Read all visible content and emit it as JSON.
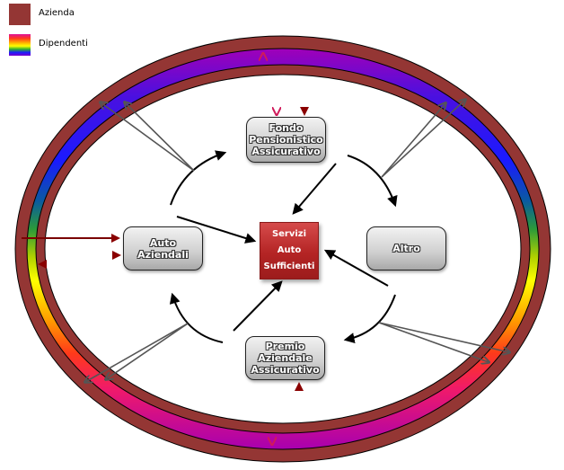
{
  "legend": [
    {
      "label": "Azienda",
      "kind": "company",
      "color": "#943634"
    },
    {
      "label": "Dipendenti",
      "kind": "employees",
      "color": "rainbow"
    }
  ],
  "colors": {
    "company": "#943634",
    "rainbow": [
      "#ff0000",
      "#ff8c00",
      "#ffff00",
      "#00a000",
      "#0000ff",
      "#7a00cc"
    ],
    "center_box": "#b42424",
    "node_fill": "#cfcfcf",
    "arrow": "#000000",
    "connector": "#555555"
  },
  "nodes": {
    "top": {
      "label_lines": [
        "Fondo",
        "Pensionistico",
        "Assicurativo"
      ]
    },
    "left": {
      "label_lines": [
        "Auto",
        "Aziendali"
      ]
    },
    "right": {
      "label_lines": [
        "Altro"
      ]
    },
    "bottom": {
      "label_lines": [
        "Premio",
        "Aziendale",
        "Assicurativo"
      ]
    },
    "center": {
      "label_lines": [
        "Servizi",
        "Auto",
        "Sufficienti"
      ]
    }
  }
}
